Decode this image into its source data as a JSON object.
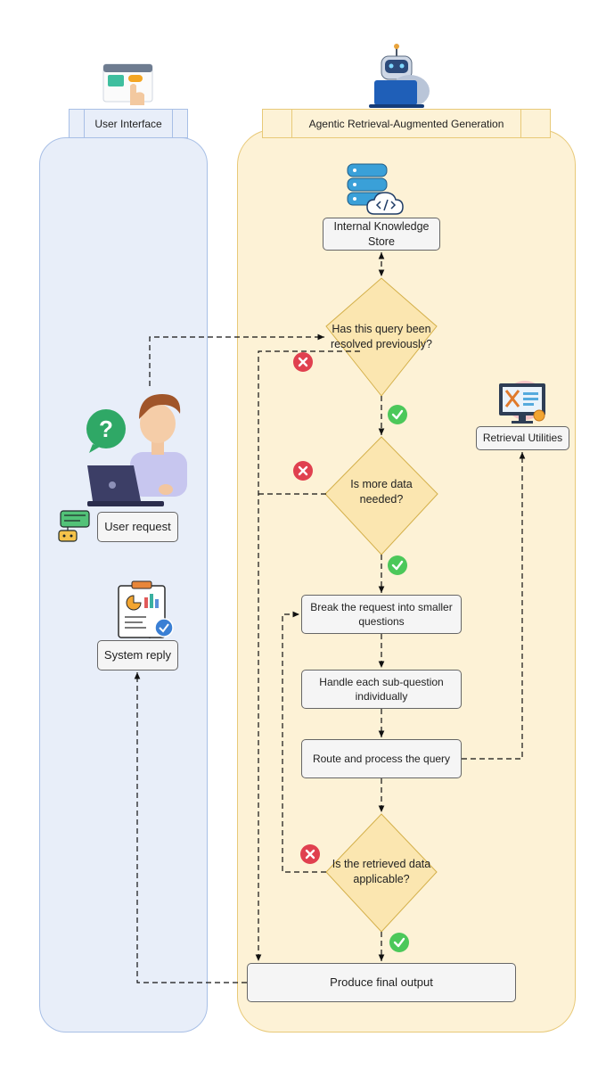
{
  "lanes": {
    "ui": {
      "title": "User Interface"
    },
    "agentic": {
      "title": "Agentic Retrieval-Augmented Generation"
    }
  },
  "nodes": {
    "knowledge_store": "Internal Knowledge Store",
    "resolved_question": "Has this query been resolved previously?",
    "more_data_question": "Is more data needed?",
    "break_request": "Break the request into smaller questions",
    "handle_sub": "Handle each sub-question individually",
    "route_process": "Route and process the query",
    "applicable_question": "Is the retrieved data applicable?",
    "final_output": "Produce final output",
    "retrieval_utilities": "Retrieval Utilities",
    "user_request": "User request",
    "system_reply": "System reply"
  },
  "icons": {
    "ui_lane": "ui-interaction-icon",
    "agentic_lane": "robot-laptop-icon",
    "knowledge_store": "database-code-icon",
    "retrieval_utilities": "monitor-tools-icon",
    "user": "person-laptop-icon",
    "question": "question-bubble-icon",
    "chatbot": "chatbot-icon",
    "report": "report-clipboard-icon",
    "yes": "check-circle-icon",
    "no": "x-circle-icon"
  },
  "colors": {
    "ui_lane": "#e8eef9",
    "agentic_lane": "#fdf2d6",
    "decision": "#fbe6b0",
    "yes": "#4cc85a",
    "no": "#e0404f"
  }
}
